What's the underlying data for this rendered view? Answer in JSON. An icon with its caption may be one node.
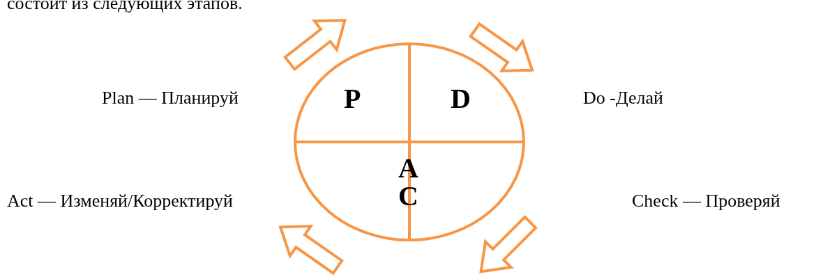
{
  "diagram": {
    "labels": [
      "состоит из следующих этапов.",
      "Plan — Планируй",
      "P",
      "D",
      "Do -Делай",
      "A",
      "Act — Изменяй/Корректируй",
      "C",
      "Check — Проверяй"
    ]
  }
}
